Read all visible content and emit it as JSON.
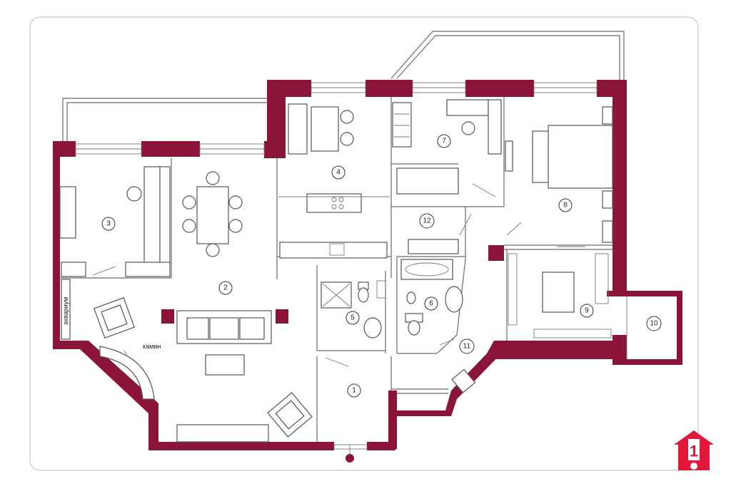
{
  "rooms": [
    {
      "id": "3",
      "label": "3"
    },
    {
      "id": "2",
      "label": "2"
    },
    {
      "id": "4",
      "label": "4"
    },
    {
      "id": "7",
      "label": "7"
    },
    {
      "id": "8",
      "label": "8"
    },
    {
      "id": "12",
      "label": "12"
    },
    {
      "id": "5",
      "label": "5"
    },
    {
      "id": "6",
      "label": "6"
    },
    {
      "id": "9",
      "label": "9"
    },
    {
      "id": "10",
      "label": "10"
    },
    {
      "id": "11",
      "label": "11"
    },
    {
      "id": "1",
      "label": "1"
    }
  ],
  "annotations": {
    "aquarium": "аквариум",
    "fireplace": "камин"
  },
  "logo": {
    "text": "1",
    "icon": "house-key-icon",
    "color": "#e3173a"
  },
  "colors": {
    "wall": "#8a1538",
    "frame": "#c8c8c8"
  }
}
